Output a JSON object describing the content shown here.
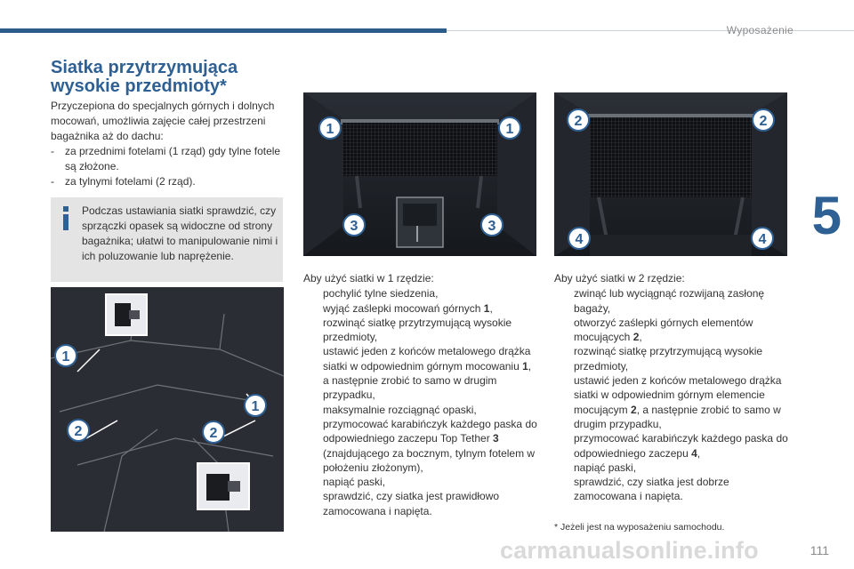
{
  "header": {
    "section": "Wyposażenie"
  },
  "chapter": {
    "number": "5"
  },
  "title": {
    "line1": "Siatka przytrzymująca",
    "line2": "wysokie przedmioty*"
  },
  "intro": {
    "text": "Przyczepiona do specjalnych górnych i dolnych mocowań, umożliwia zajęcie całej przestrzeni bagażnika aż do dachu:",
    "items": [
      {
        "dash": "-",
        "text": "za przednimi fotelami (1 rząd) gdy tylne fotele są złożone."
      },
      {
        "dash": "-",
        "text": "za tylnymi fotelami (2 rząd)."
      }
    ]
  },
  "info": {
    "icon": "info-icon",
    "text": "Podczas ustawiania siatki sprawdzić, czy sprzączki opasek są widoczne od strony bagażnika; ułatwi to manipulowanie nimi i ich poluzowanie lub naprężenie."
  },
  "figures": {
    "top_left_labels": [
      "1",
      "1",
      "3",
      "3"
    ],
    "top_right_labels": [
      "2",
      "2",
      "4",
      "4"
    ],
    "bottom_left_labels": [
      "1",
      "1",
      "2",
      "2"
    ]
  },
  "row1": {
    "lead": "Aby użyć siatki w 1 rzędzie:",
    "bullet": "",
    "items": [
      {
        "parts": [
          "pochylić tylne siedzenia,"
        ]
      },
      {
        "parts": [
          "wyjąć zaślepki mocowań górnych ",
          "1",
          ","
        ]
      },
      {
        "parts": [
          "rozwinąć siatkę przytrzymującą wysokie przedmioty,"
        ]
      },
      {
        "parts": [
          "ustawić jeden z końców metalowego drążka siatki w odpowiednim górnym mocowaniu ",
          "1",
          ", a następnie zrobić to samo w drugim przypadku,"
        ]
      },
      {
        "parts": [
          "maksymalnie rozciągnąć opaski,"
        ]
      },
      {
        "parts": [
          "przymocować karabińczyk każdego paska do odpowiedniego zaczepu Top Tether ",
          "3",
          " (znajdującego za bocznym, tylnym fotelem w położeniu złożonym),"
        ]
      },
      {
        "parts": [
          "napiąć paski,"
        ]
      },
      {
        "parts": [
          "sprawdzić, czy siatka jest prawidłowo zamocowana i napięta."
        ]
      }
    ]
  },
  "row2": {
    "lead": "Aby użyć siatki w 2 rzędzie:",
    "bullet": "",
    "items": [
      {
        "parts": [
          "zwinąć lub wyciągnąć rozwijaną zasłonę bagaży,"
        ]
      },
      {
        "parts": [
          "otworzyć zaślepki górnych elementów mocujących ",
          "2",
          ","
        ]
      },
      {
        "parts": [
          "rozwinąć siatkę przytrzymującą wysokie przedmioty,"
        ]
      },
      {
        "parts": [
          "ustawić jeden z końców metalowego drążka siatki w odpowiednim górnym elemencie mocującym ",
          "2",
          ", a następnie zrobić to samo w drugim przypadku,"
        ]
      },
      {
        "parts": [
          "przymocować karabińczyk każdego paska do odpowiedniego zaczepu ",
          "4",
          ","
        ]
      },
      {
        "parts": [
          "napiąć paski,"
        ]
      },
      {
        "parts": [
          "sprawdzić, czy siatka jest dobrze zamocowana i napięta."
        ]
      }
    ]
  },
  "footnote": "* Jeżeli jest na wyposażeniu samochodu.",
  "page_number": "111",
  "watermark": "carmanualsonline.info",
  "colors": {
    "accent": "#2e6094",
    "header_bar": "#2b5c8a",
    "info_bg": "#e4e4e4"
  }
}
